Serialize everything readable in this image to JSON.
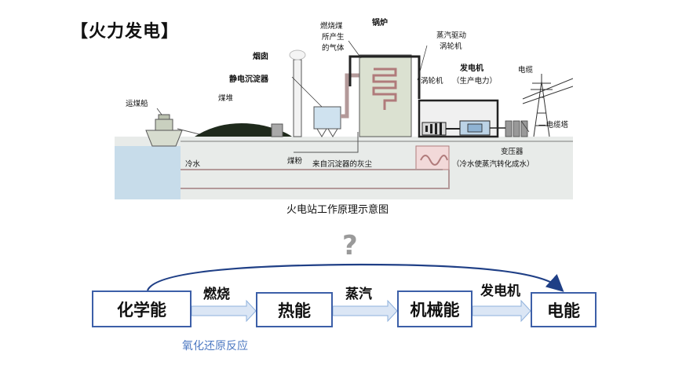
{
  "title": "【火力发电】",
  "figure": {
    "caption": "火电站工作原理示意图",
    "labels": {
      "coal_ship": "运煤船",
      "coal_pile": "煤堆",
      "chimney": "烟囱",
      "precipitator": "静电沉淀器",
      "gas_l1": "燃烧煤",
      "gas_l2": "所产生",
      "gas_l3": "的气体",
      "boiler": "锅炉",
      "steam_l1": "蒸汽驱动",
      "steam_l2": "涡轮机",
      "turbine": "涡轮机",
      "generator": "发电机",
      "generator_note": "（生产电力）",
      "cable": "电缆",
      "tower": "—电缆塔",
      "transformer": "变压器",
      "cold_water": "冷水",
      "coal_powder": "煤粉",
      "ash": "来自沉淀器的灰尘",
      "condense": "（冷水使蒸汽转化成水）"
    }
  },
  "question_mark": "?",
  "flow": {
    "nodes": [
      "化学能",
      "热能",
      "机械能",
      "电能"
    ],
    "edges": [
      "燃烧",
      "蒸汽",
      "发电机"
    ],
    "note": "氧化还原反应"
  }
}
